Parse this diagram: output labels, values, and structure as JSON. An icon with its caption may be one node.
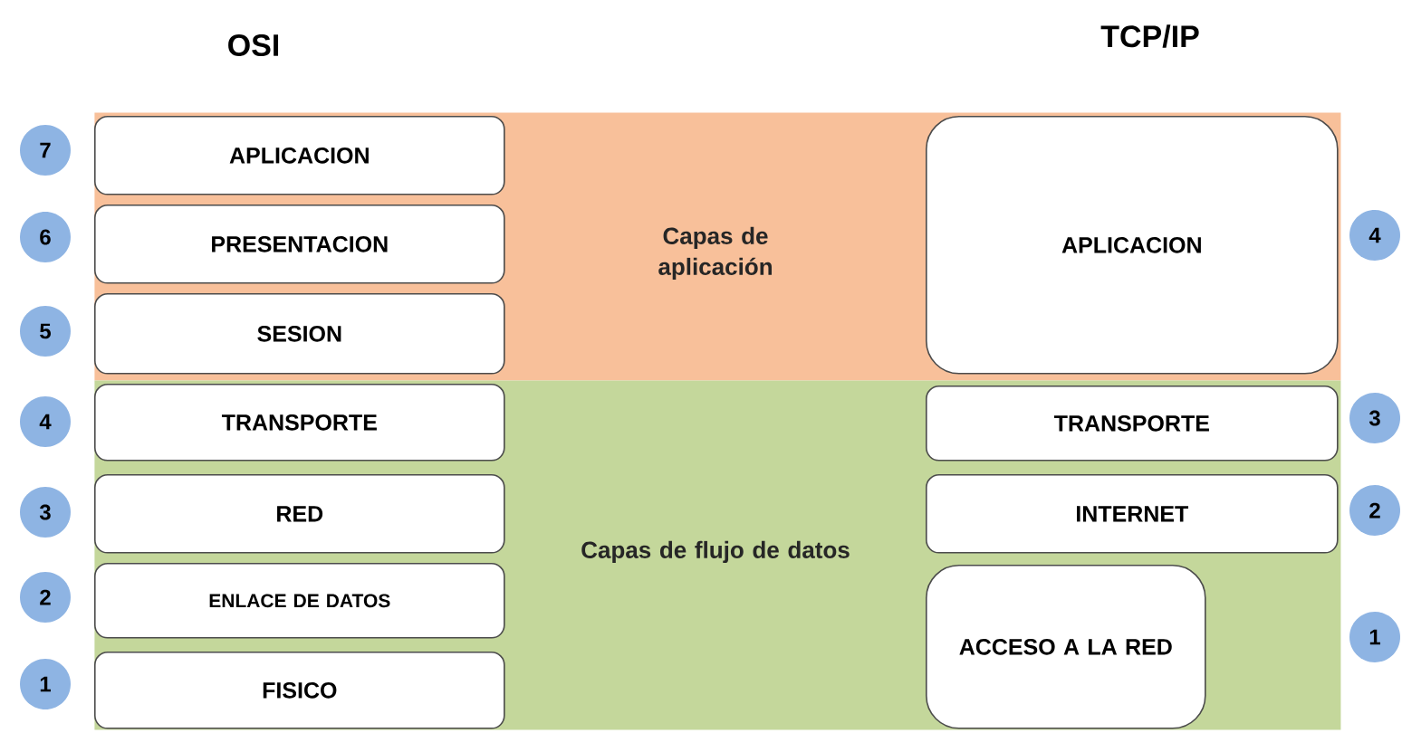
{
  "diagram": {
    "nodes": [
      {
        "text": [
          "Capas de aplicación"
        ]
      },
      {
        "text": [
          "APLICACION"
        ],
        "in": 0
      },
      {
        "text": [
          "PRESENTACION"
        ],
        "in": 0
      },
      {
        "text": [
          "SESION"
        ],
        "in": 0
      },
      {
        "text": [
          "APLICACION"
        ],
        "in": 0
      },
      {
        "text": [
          "Capas de flujo de datos"
        ]
      },
      {
        "text": [
          "TRANSPORTE"
        ],
        "in": 5
      },
      {
        "text": [
          "RED"
        ],
        "in": 5
      },
      {
        "text": [
          "ENLACE DE DATOS"
        ],
        "in": 5
      },
      {
        "text": [
          "FISICO"
        ],
        "in": 5
      },
      {
        "text": [
          "TRANSPORTE"
        ],
        "in": 5
      },
      {
        "text": [
          "INTERNET"
        ],
        "in": 5
      },
      {
        "text": [
          "ACCESO A LA RED"
        ],
        "in": 5
      },
      {
        "text": [
          "7"
        ]
      },
      {
        "text": [
          "6"
        ]
      },
      {
        "text": [
          "5"
        ]
      },
      {
        "text": [
          "4"
        ]
      },
      {
        "text": [
          "3"
        ]
      },
      {
        "text": [
          "2"
        ]
      },
      {
        "text": [
          "1"
        ]
      },
      {
        "text": [
          "4"
        ]
      },
      {
        "text": [
          "3"
        ]
      },
      {
        "text": [
          "2"
        ]
      },
      {
        "text": [
          "1"
        ]
      }
    ],
    "labels": [
      "OSI",
      "TCP/IP"
    ]
  }
}
